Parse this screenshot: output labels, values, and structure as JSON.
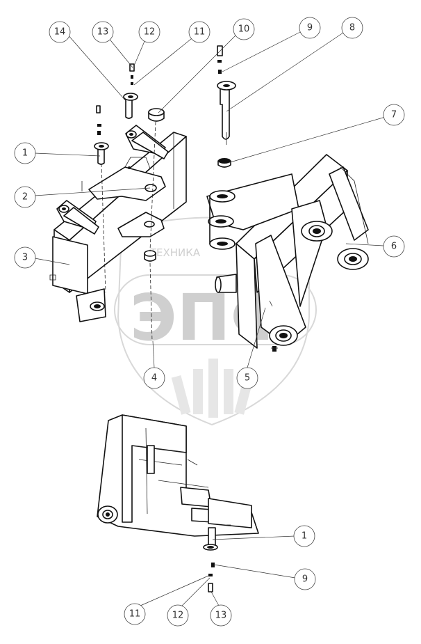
{
  "watermark": {
    "brand_small": "ТЕХНИКА",
    "brand_large": "ЭПФ"
  },
  "callouts": [
    {
      "id": "c14-top",
      "label": "14"
    },
    {
      "id": "c13-top",
      "label": "13"
    },
    {
      "id": "c12-top",
      "label": "12"
    },
    {
      "id": "c11-top",
      "label": "11"
    },
    {
      "id": "c10-top",
      "label": "10"
    },
    {
      "id": "c9-top",
      "label": "9"
    },
    {
      "id": "c8-top",
      "label": "8"
    },
    {
      "id": "c7",
      "label": "7"
    },
    {
      "id": "c1-top",
      "label": "1"
    },
    {
      "id": "c2",
      "label": "2"
    },
    {
      "id": "c3",
      "label": "3"
    },
    {
      "id": "c6",
      "label": "6"
    },
    {
      "id": "c4",
      "label": "4"
    },
    {
      "id": "c5",
      "label": "5"
    },
    {
      "id": "c1-bottom",
      "label": "1"
    },
    {
      "id": "c9-bottom",
      "label": "9"
    },
    {
      "id": "c11-bottom",
      "label": "11"
    },
    {
      "id": "c12-bottom",
      "label": "12"
    },
    {
      "id": "c13-bottom",
      "label": "13"
    }
  ]
}
